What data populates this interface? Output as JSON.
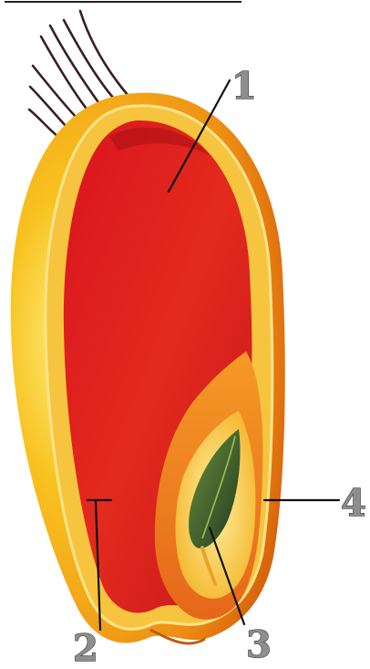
{
  "diagram": {
    "callouts": [
      {
        "id": "1",
        "number": "1"
      },
      {
        "id": "2",
        "number": "2"
      },
      {
        "id": "3",
        "number": "3"
      },
      {
        "id": "4",
        "number": "4"
      }
    ],
    "colors": {
      "outer_coat": "#f5b21c",
      "outer_coat_shadow": "#e07a10",
      "inner_layer": "#f7c94a",
      "endosperm": "#d51c1f",
      "endosperm_dark": "#a80f14",
      "embryo_shield": "#f08a1e",
      "embryo_core": "#f6d14a",
      "embryo_leaf": "#2f5a2a",
      "hairs": "#3a1d2a",
      "label_text": "#8e8e8e"
    }
  }
}
